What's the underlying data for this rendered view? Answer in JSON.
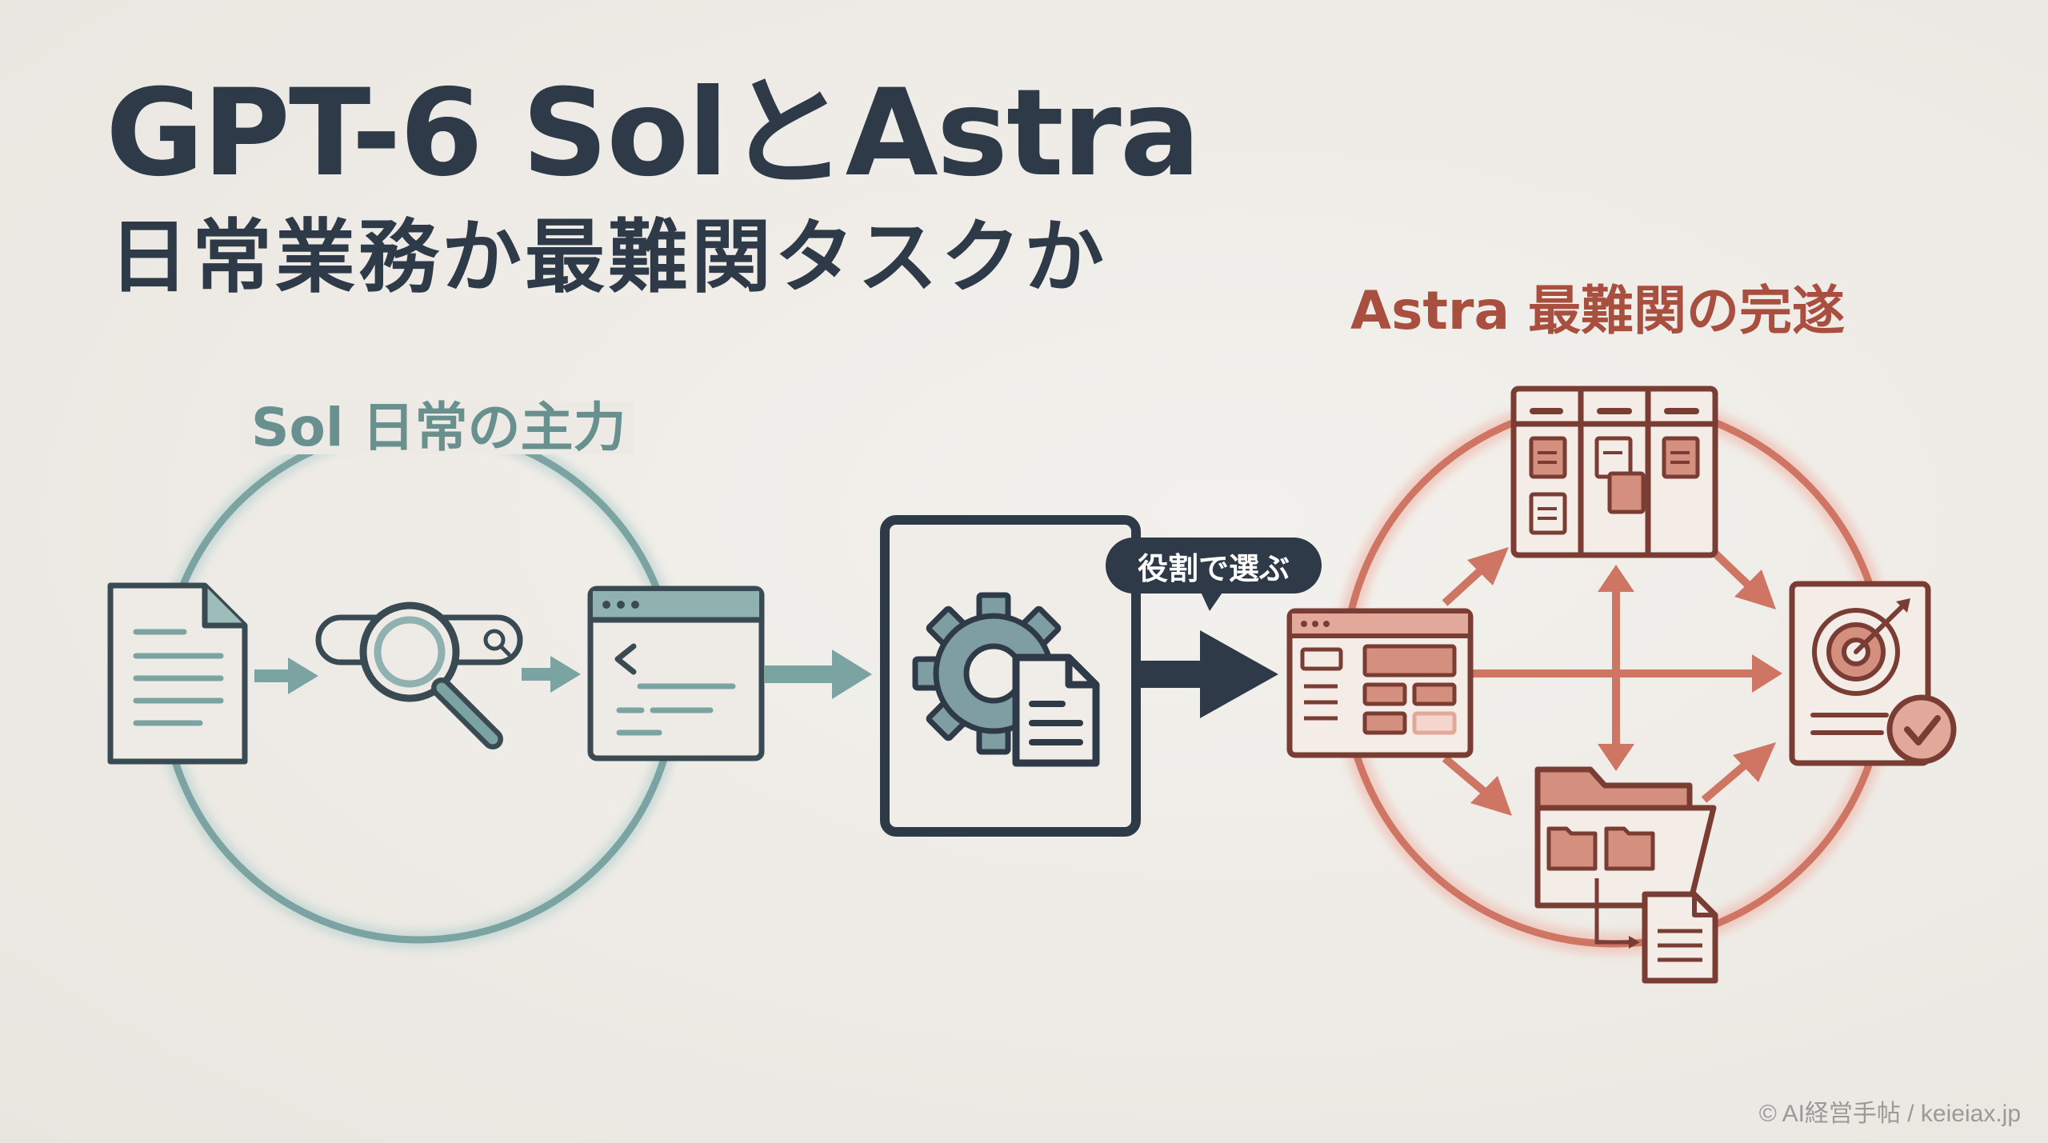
{
  "title": {
    "main": "GPT-6 SolとAstra",
    "subtitle": "日常業務か最難関タスクか"
  },
  "sol": {
    "label": "Sol 日常の主力",
    "color": "#6d9896"
  },
  "astra": {
    "label": "Astra 最難関の完遂",
    "color": "#c9705f"
  },
  "center": {
    "bubble_text": "役割で選ぶ",
    "color": "#2e3a47"
  },
  "footer": {
    "credit": "© AI経営手帖 / keieiax.jp"
  },
  "icons": {
    "sol_flow": [
      "document-icon",
      "search-icon",
      "code-window-icon"
    ],
    "center": "gear-document-icon",
    "astra_nodes": [
      "kanban-board-icon",
      "dashboard-window-icon",
      "folder-files-icon",
      "target-check-icon"
    ]
  }
}
